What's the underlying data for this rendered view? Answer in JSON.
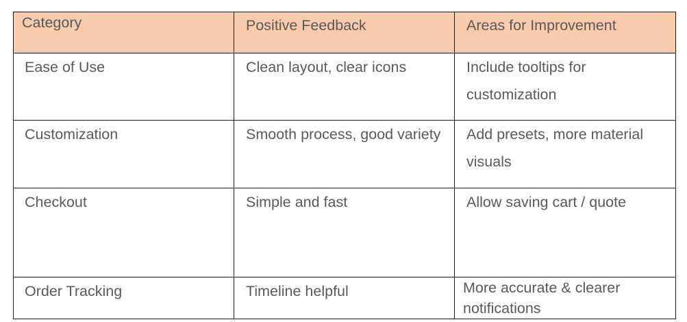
{
  "table": {
    "headers": [
      "Category",
      "Positive Feedback",
      "Areas for Improvement"
    ],
    "rows": [
      [
        "Ease of Use",
        "Clean layout, clear icons",
        "Include tooltips for customization"
      ],
      [
        "Customization",
        "Smooth process, good variety",
        "Add presets, more material visuals"
      ],
      [
        "Checkout",
        "Simple and fast",
        "Allow saving cart / quote"
      ],
      [
        "Order Tracking",
        "Timeline helpful",
        "More accurate & clearer notifications"
      ]
    ]
  },
  "colors": {
    "header_background": "#f8cbad",
    "text": "#595959",
    "border": "#1a1a1a"
  }
}
